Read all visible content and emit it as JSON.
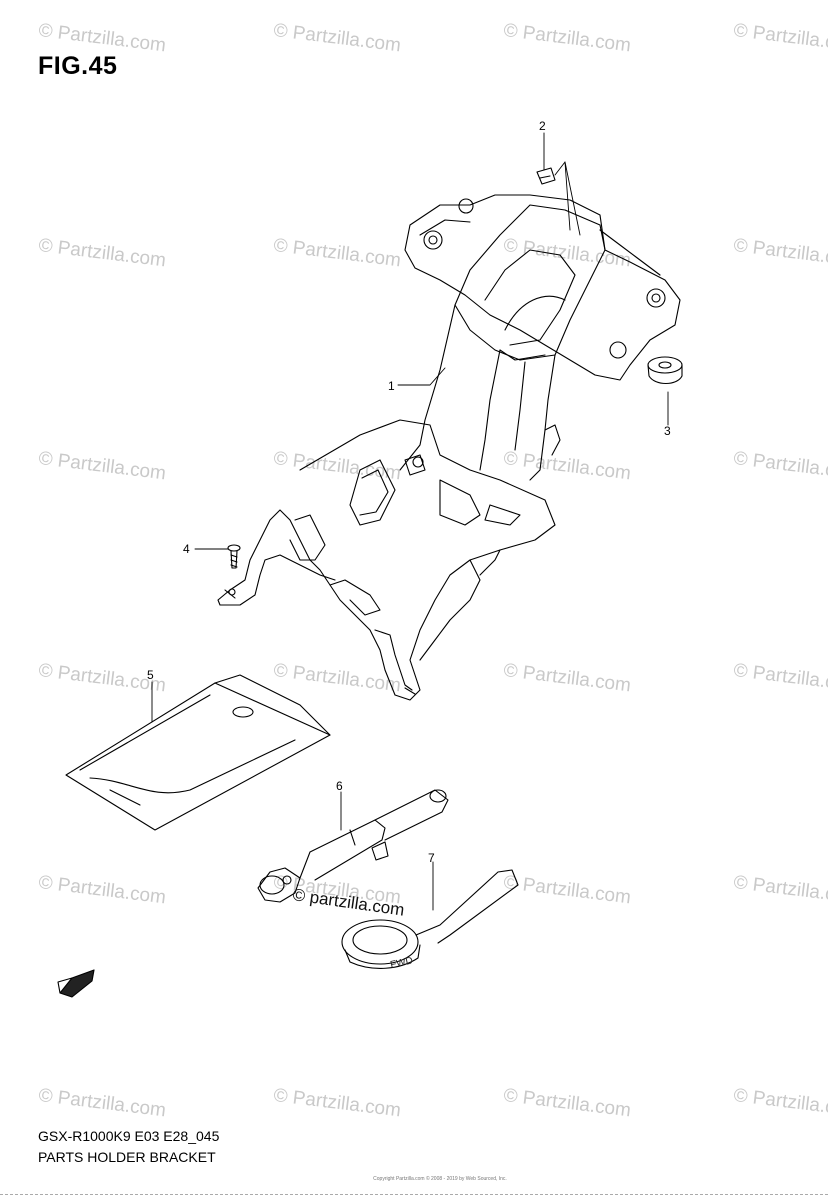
{
  "figure": {
    "title": "FIG.45"
  },
  "watermark": {
    "text": "© Partzilla.com"
  },
  "callouts": [
    "1",
    "2",
    "3",
    "4",
    "5",
    "6",
    "7"
  ],
  "fwd_label": "FWD",
  "inline_watermark": "© partzilla.com",
  "footer": {
    "model_code": "GSX-R1000K9 E03 E28_045",
    "title": "PARTS HOLDER BRACKET"
  },
  "copyright": "Copyright Partzilla.com © 2008 - 2019 by Web Sourced, Inc."
}
